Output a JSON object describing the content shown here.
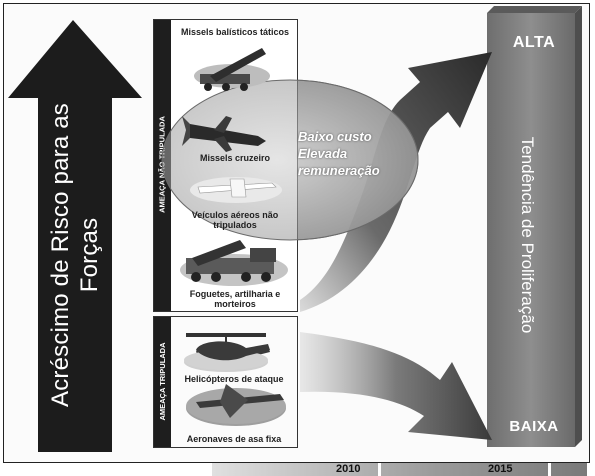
{
  "risk_axis": {
    "label": "Acréscimo de Risco para as Forças"
  },
  "threats": {
    "unmanned": {
      "category_label": "AMEAÇA NÃO TRIPULADA",
      "items": [
        {
          "label": "Missels balísticos táticos",
          "icon": "ballistic-missile-launcher-image"
        },
        {
          "label": "Missels cruzeiro",
          "icon": "cruise-missile-image"
        },
        {
          "label": "Veículos aéreos não tripulados",
          "icon": "uav-image"
        },
        {
          "label": "Foguetes, artilharia e morteiros",
          "icon": "rocket-launcher-truck-image"
        }
      ]
    },
    "manned": {
      "category_label": "AMEAÇA TRIPULADA",
      "items": [
        {
          "label": "Helicópteros de ataque",
          "icon": "attack-helicopter-image"
        },
        {
          "label": "Aeronaves de asa fixa",
          "icon": "fixed-wing-aircraft-image"
        }
      ]
    }
  },
  "highlight": {
    "lines": [
      "Baixo custo",
      "Elevada",
      "remuneração"
    ]
  },
  "proliferation": {
    "high_label": "ALTA",
    "low_label": "BAIXA",
    "trend_label": "Tendência de Proliferação"
  },
  "timeline": {
    "years": [
      "2010",
      "2015"
    ]
  },
  "colors": {
    "arrow_dark": "#1c1c1c",
    "column_grey": "#7d7d7d",
    "oval": "#b9b9b9"
  }
}
